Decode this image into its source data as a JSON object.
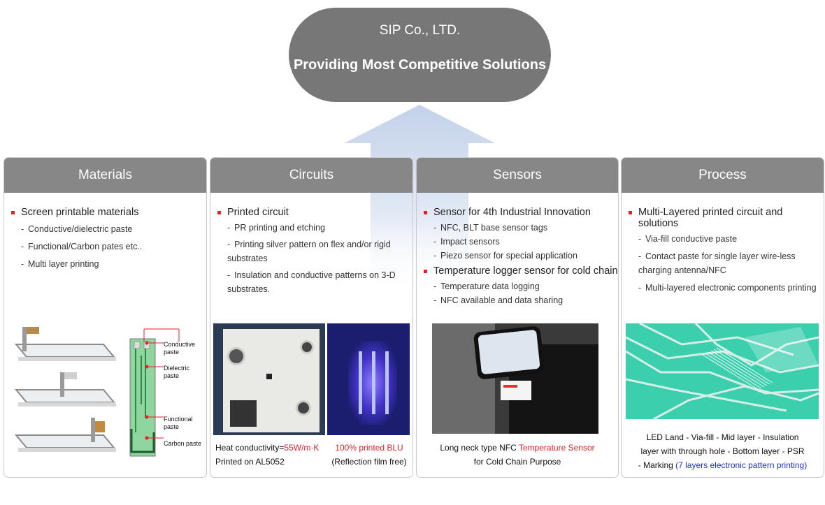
{
  "header": {
    "company": "SIP Co., LTD.",
    "slogan": "Providing Most Competitive Solutions"
  },
  "colors": {
    "header_fill": "#777777",
    "card_header": "#878787",
    "bullet": "#e3222a",
    "highlight_red": "#e3222a",
    "highlight_blue": "#2233cc",
    "arrow": "#c9d6ea"
  },
  "materials": {
    "title": "Materials",
    "sections": [
      {
        "title": "Screen printable materials",
        "items": [
          "Conductive/dielectric paste",
          "Functional/Carbon pates etc..",
          "Multi layer printing"
        ]
      }
    ],
    "diagram_labels": [
      "Conductive paste",
      "Dielectric paste",
      "Functional paste",
      "Carbon paste"
    ]
  },
  "circuits": {
    "title": "Circuits",
    "sections": [
      {
        "title": "Printed circuit",
        "items": [
          "PR printing and etching",
          "Printing silver pattern on flex and/or rigid substrates",
          "Insulation and conductive patterns on 3-D substrates."
        ]
      }
    ],
    "caption_left": {
      "prefix": "Heat conductivity=",
      "value": "55W/m·K",
      "line2": "Printed on AL5052"
    },
    "caption_right": {
      "line1": "100% printed BLU",
      "line2": "(Reflection film free)"
    }
  },
  "sensors": {
    "title": "Sensors",
    "sections": [
      {
        "title": "Sensor for 4th Industrial Innovation",
        "items": [
          "NFC, BLT base sensor tags",
          "Impact sensors",
          "Piezo sensor for special application"
        ]
      },
      {
        "title": "Temperature logger sensor for cold chain",
        "items": [
          "Temperature data logging",
          "NFC available and data sharing"
        ]
      }
    ],
    "caption": {
      "prefix": "Long neck type NFC ",
      "highlight": "Temperature Sensor",
      "line2": "for Cold Chain Purpose"
    }
  },
  "process": {
    "title": "Process",
    "sections": [
      {
        "title": "Multi-Layered printed circuit and solutions",
        "items": [
          "Via-fill conductive paste",
          "Contact paste for single layer wire-less charging antenna/NFC",
          "Multi-layered electronic components printing"
        ]
      }
    ],
    "caption": {
      "line1": "LED Land  -  Via-fill  -  Mid layer  -  Insulation",
      "line2": "layer with through hole  -  Bottom layer  -  PSR",
      "line3_prefix": "-  Marking ",
      "line3_highlight": "(7 layers electronic pattern printing)"
    }
  }
}
